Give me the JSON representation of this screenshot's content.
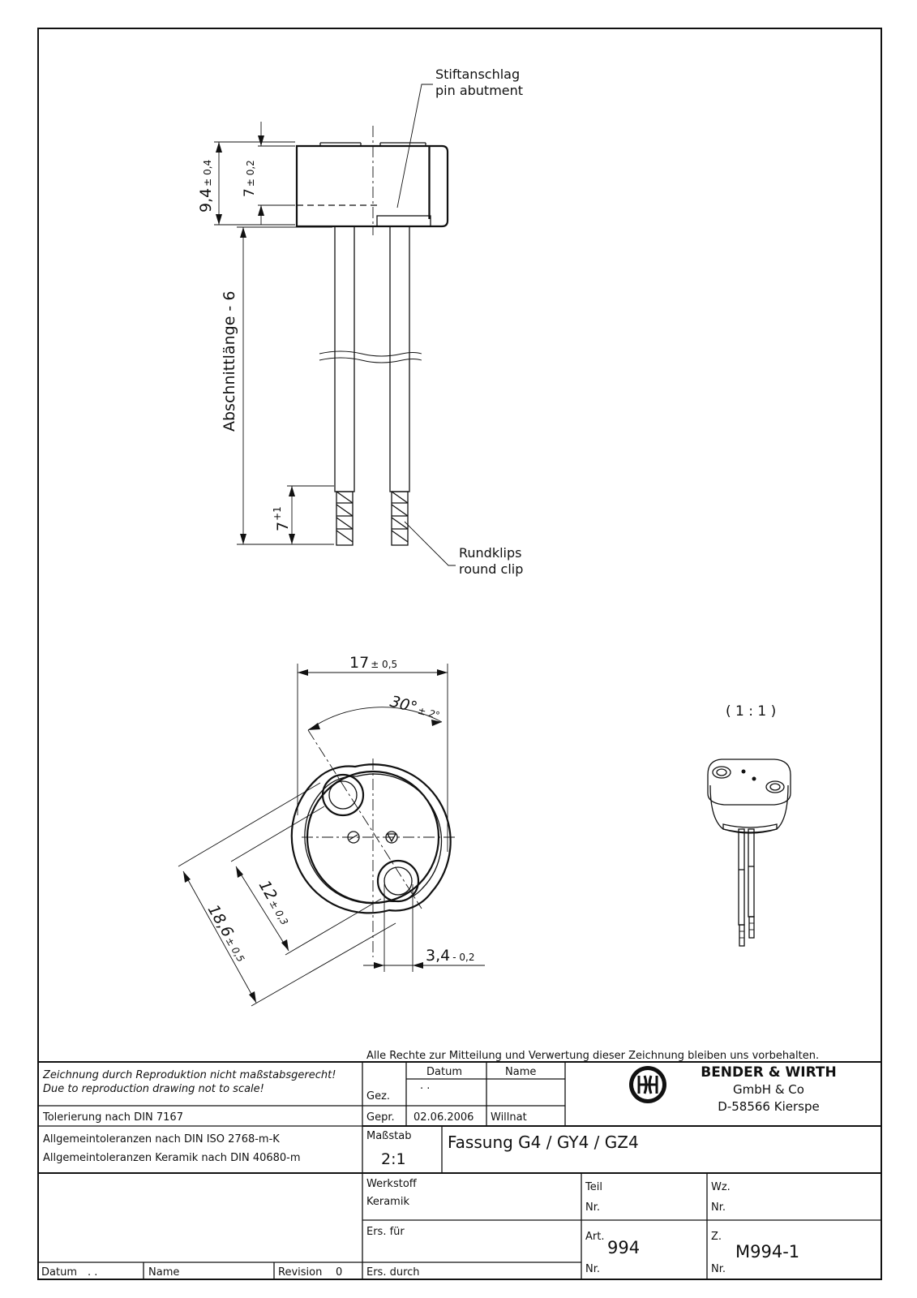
{
  "drawing": {
    "labels": {
      "pin_abutment_de": "Stiftanschlag",
      "pin_abutment_en": "pin abutment",
      "round_clip_de": "Rundklips",
      "round_clip_en": "round clip",
      "scale_view": "( 1 : 1 )"
    },
    "dims": {
      "height_total": "9,4",
      "height_total_tol": "± 0,4",
      "height_body": "7",
      "height_body_tol": "± 0,2",
      "cut_length": "Abschnittlänge - 6",
      "clip_len": "7",
      "clip_len_tol": "+1",
      "width": "17",
      "width_tol": "± 0,5",
      "angle": "30°",
      "angle_tol": "± 2°",
      "pitch": "12",
      "pitch_tol": "± 0,3",
      "diag": "18,6",
      "diag_tol": "± 0,5",
      "pin": "3,4",
      "pin_tol": "- 0,2"
    }
  },
  "title_block": {
    "rights": "Alle Rechte zur Mitteilung und Verwertung dieser Zeichnung bleiben uns vorbehalten.",
    "note_de": "Zeichnung durch Reproduktion nicht maßstabsgerecht!",
    "note_en": "Due to reproduction drawing not to scale!",
    "tol1": "Tolerierung nach DIN 7167",
    "tol2": "Allgemeintoleranzen nach DIN ISO 2768-m-K",
    "tol3": "Allgemeintoleranzen Keramik nach DIN 40680-m",
    "col_datum": "Datum",
    "col_name": "Name",
    "gez": "Gez.",
    "gez_date": ". .",
    "gepr": "Gepr.",
    "gepr_date": "02.06.2006",
    "gepr_name": "Willnat",
    "company1": "BENDER & WIRTH",
    "company2": "GmbH & Co",
    "company3": "D-58566 Kierspe",
    "massstab_label": "Maßstab",
    "massstab": "2:1",
    "title": "Fassung G4 / GY4 / GZ4",
    "werkstoff_label": "Werkstoff",
    "werkstoff": "Keramik",
    "ers_fuer": "Ers. für",
    "ers_durch": "Ers. durch",
    "teil": "Teil",
    "teil_nr": "Nr.",
    "art": "Art.",
    "art_nr": "Nr.",
    "art_value": "994",
    "wz": "Wz.",
    "wz_nr": "Nr.",
    "z": "Z.",
    "z_nr": "Nr.",
    "z_value": "M994-1",
    "rev_datum": "Datum",
    "rev_dots": ". .",
    "rev_name": "Name",
    "revision_label": "Revision",
    "revision": "0"
  }
}
